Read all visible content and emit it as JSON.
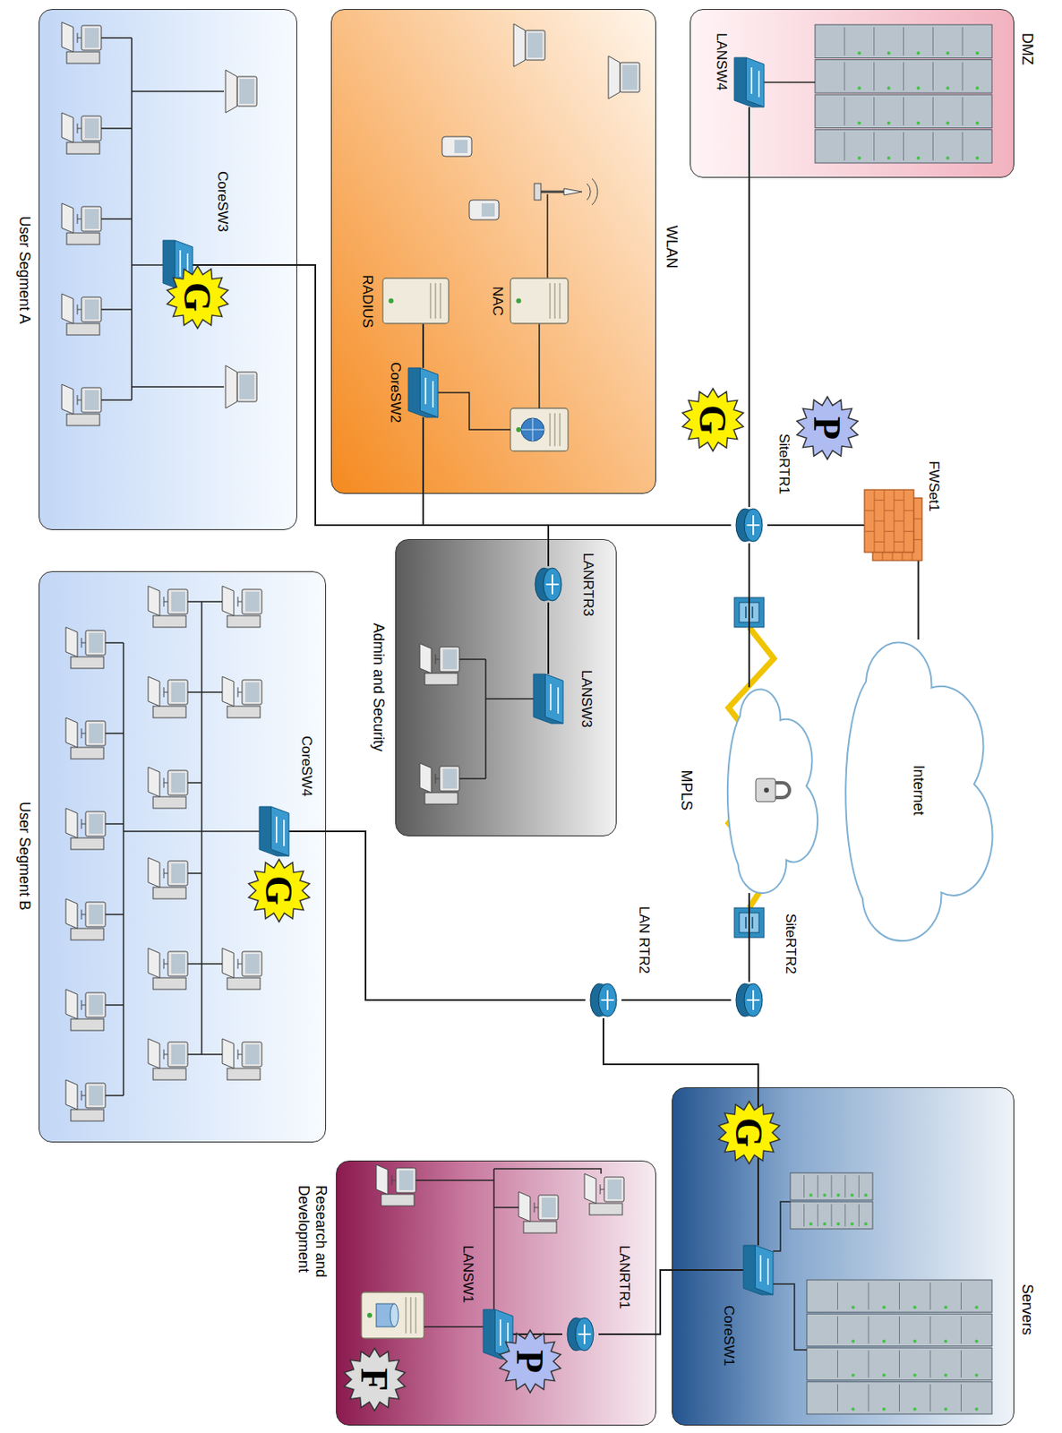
{
  "diagram": {
    "nodes": [
      {
        "text": [
          "DMZ"
        ]
      },
      {
        "text": [
          "LANSW4"
        ],
        "in": 0
      },
      {
        "text": [
          "FWSet1"
        ]
      },
      {
        "text": [
          "P"
        ]
      },
      {
        "text": [
          "Internet"
        ]
      },
      {
        "text": [
          "WLAN"
        ]
      },
      {
        "text": [
          "NAC"
        ],
        "in": 5
      },
      {
        "text": [
          "RADIUS"
        ],
        "in": 5
      },
      {
        "text": [
          "CoreSW2"
        ],
        "in": 5
      },
      {
        "text": [
          "SiteRTR1"
        ]
      },
      {
        "text": [
          "G"
        ]
      },
      {
        "text": [
          "MPLS"
        ]
      },
      {
        "text": [
          "User Segment A"
        ]
      },
      {
        "text": [
          "CoreSW3"
        ],
        "in": 12
      },
      {
        "text": [
          "G"
        ],
        "in": 12
      },
      {
        "text": [
          "Admin and Security"
        ]
      },
      {
        "text": [
          "LANRTR3"
        ],
        "in": 15
      },
      {
        "text": [
          "LANSW3"
        ],
        "in": 15
      },
      {
        "text": [
          "SiteRTR2"
        ]
      },
      {
        "text": [
          "LAN RTR2"
        ]
      },
      {
        "text": [
          "User Segment B"
        ]
      },
      {
        "text": [
          "CoreSW4"
        ],
        "in": 20
      },
      {
        "text": [
          "G"
        ],
        "in": 20
      },
      {
        "text": [
          "Servers"
        ]
      },
      {
        "text": [
          "CoreSW1"
        ],
        "in": 23
      },
      {
        "text": [
          "G"
        ],
        "in": 23
      },
      {
        "text": [
          "Research and Development"
        ]
      },
      {
        "text": [
          "LANRTR1"
        ],
        "in": 26
      },
      {
        "text": [
          "LANSW1"
        ],
        "in": 26
      },
      {
        "text": [
          "P"
        ],
        "in": 26
      },
      {
        "text": [
          "F"
        ],
        "in": 26
      }
    ],
    "edges": [
      {
        "from": 1,
        "to": 9,
        "arrow": "none"
      },
      {
        "from": 9,
        "to": 2,
        "arrow": "none"
      },
      {
        "from": 2,
        "to": 4,
        "arrow": "none"
      },
      {
        "from": 9,
        "to": 11,
        "arrow": "none"
      },
      {
        "from": 11,
        "to": 18,
        "arrow": "none"
      },
      {
        "from": 9,
        "to": 8,
        "arrow": "none"
      },
      {
        "from": 9,
        "to": 13,
        "arrow": "none"
      },
      {
        "from": 9,
        "to": 16,
        "arrow": "none"
      },
      {
        "from": 16,
        "to": 17,
        "arrow": "none"
      },
      {
        "from": 7,
        "to": 8,
        "arrow": "none"
      },
      {
        "from": 18,
        "to": 19,
        "arrow": "none"
      },
      {
        "from": 19,
        "to": 21,
        "arrow": "none"
      },
      {
        "from": 19,
        "to": 24,
        "arrow": "none"
      },
      {
        "from": 24,
        "to": 27,
        "arrow": "none"
      },
      {
        "from": 27,
        "to": 28,
        "arrow": "none"
      }
    ]
  }
}
